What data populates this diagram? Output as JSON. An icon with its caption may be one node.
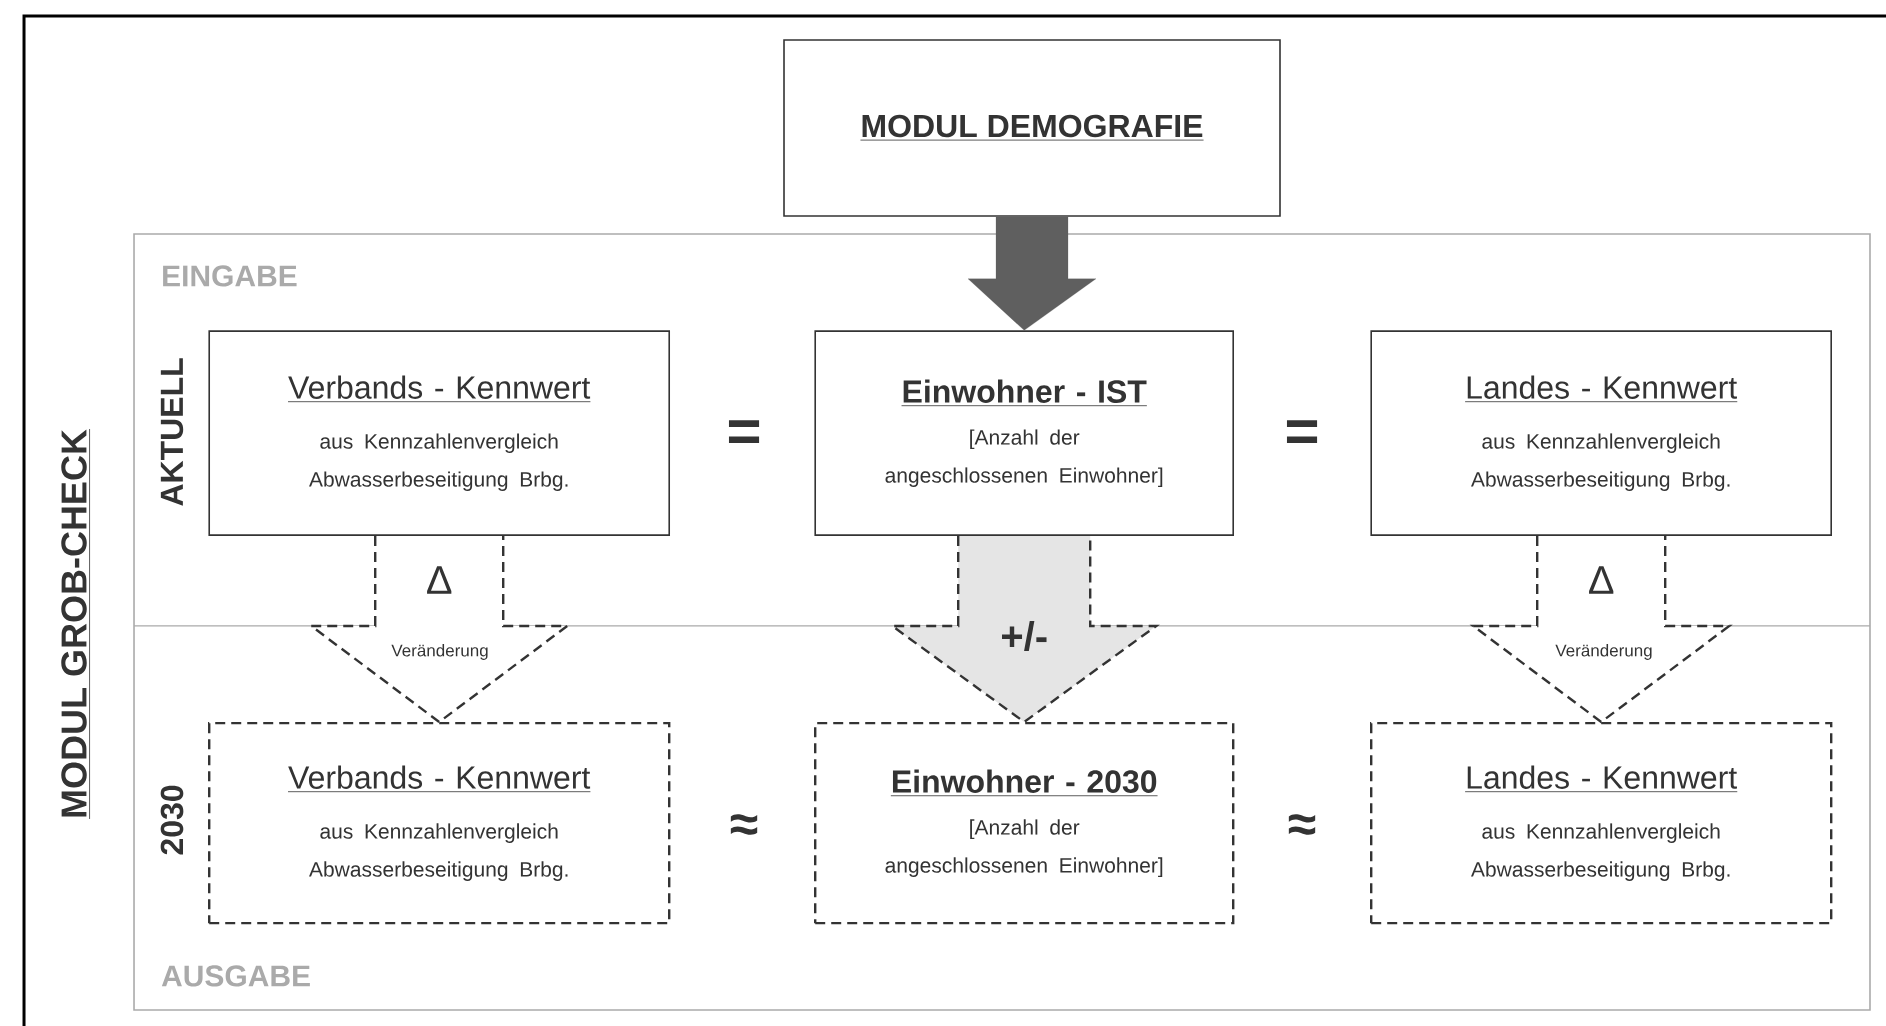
{
  "diagram": {
    "nodes": [
      {
        "text": [
          "MODUL DEMOGRAFIE"
        ]
      },
      {
        "text": [
          "EINGABE",
          "AUSGABE"
        ]
      },
      {
        "text": [
          "Verbands - Kennwert",
          "aus Kennzahlenvergleich Abwasserbeseitigung Brbg."
        ],
        "in": 1
      },
      {
        "text": [
          "Einwohner - IST",
          "[Anzahl der angeschlossenen Einwohner]"
        ],
        "in": 1
      },
      {
        "text": [
          "Landes - Kennwert",
          "aus Kennzahlenvergleich Abwasserbeseitigung Brbg."
        ],
        "in": 1
      },
      {
        "text": [
          "Verbands - Kennwert",
          "aus Kennzahlenvergleich Abwasserbeseitigung Brbg."
        ],
        "in": 1
      },
      {
        "text": [
          "Einwohner - 2030",
          "[Anzahl der angeschlossenen Einwohner]"
        ],
        "in": 1
      },
      {
        "text": [
          "Landes - Kennwert",
          "aus Kennzahlenvergleich Abwasserbeseitigung Brbg."
        ],
        "in": 1
      }
    ],
    "edges": [
      {
        "from": 0,
        "to": 3,
        "arrow": "to",
        "style": "thick",
        "color": "#5f5f5f"
      },
      {
        "from": 2,
        "to": 5,
        "arrow": "to",
        "style": "dashed",
        "label": "Δ"
      },
      {
        "from": 3,
        "to": 6,
        "arrow": "to",
        "style": "dashed",
        "label": "+/-"
      },
      {
        "from": 4,
        "to": 7,
        "arrow": "to",
        "style": "dashed",
        "label": "Δ"
      }
    ],
    "labels": [
      "MODUL GROB-CHECK",
      "AKTUELL",
      "=",
      "=",
      "Veränderung",
      "Veränderung",
      "2030",
      "≈",
      "≈"
    ]
  }
}
